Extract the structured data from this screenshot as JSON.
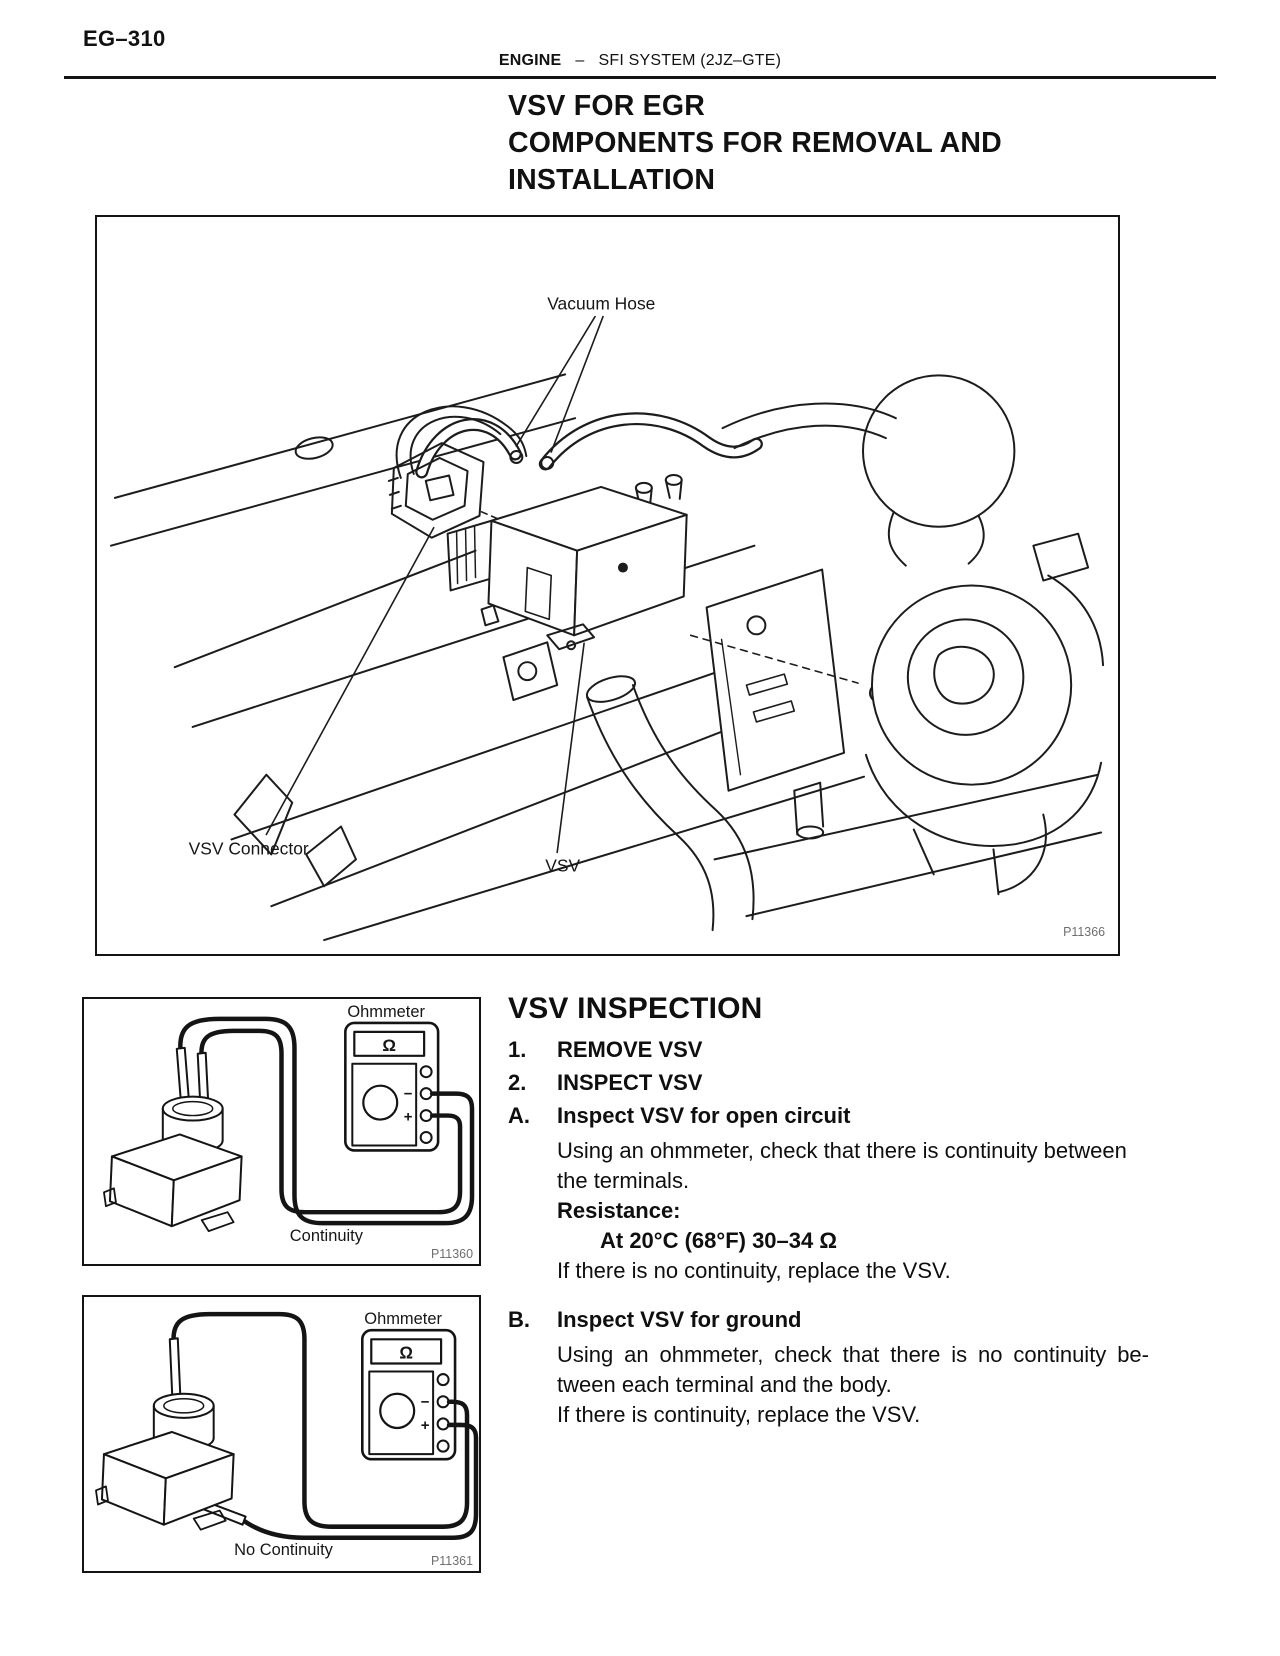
{
  "header": {
    "page_number": "EG–310",
    "section": "ENGINE",
    "separator": "–",
    "subsection": "SFI SYSTEM (2JZ–GTE)"
  },
  "title": {
    "line1": "VSV FOR EGR",
    "line2": "COMPONENTS FOR REMOVAL AND",
    "line3": "INSTALLATION"
  },
  "main_figure": {
    "label_vacuum_hose": "Vacuum Hose",
    "label_vsv_connector": "VSV Connector",
    "label_vsv": "VSV",
    "code": "P11366"
  },
  "inspection": {
    "heading": "VSV INSPECTION",
    "steps": [
      {
        "num": "1.",
        "label": "REMOVE VSV"
      },
      {
        "num": "2.",
        "label": "INSPECT VSV"
      }
    ],
    "section_a": {
      "letter": "A.",
      "title": "Inspect VSV for open circuit",
      "line1": "Using an ohmmeter, check that there is continuity between",
      "line2": "the terminals.",
      "spec_label": "Resistance:",
      "spec_value": "At 20°C (68°F) 30–34 Ω",
      "line3": "If there is no continuity, replace the VSV."
    },
    "section_b": {
      "letter": "B.",
      "title": "Inspect VSV for ground",
      "line1": "Using an ohmmeter, check that there is no continuity be-",
      "line2": "tween each terminal and the body.",
      "line3": "If there is continuity, replace the VSV."
    }
  },
  "figure_a": {
    "meter_label": "Ohmmeter",
    "display_symbol": "Ω",
    "minus": "−",
    "plus": "+",
    "result_label": "Continuity",
    "code": "P11360"
  },
  "figure_b": {
    "meter_label": "Ohmmeter",
    "display_symbol": "Ω",
    "minus": "−",
    "plus": "+",
    "result_label": "No Continuity",
    "code": "P11361"
  }
}
